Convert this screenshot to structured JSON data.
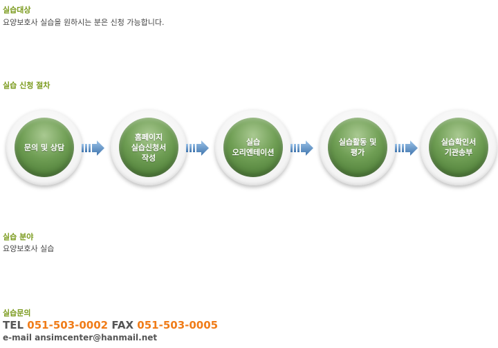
{
  "target": {
    "heading": "실습대상",
    "text": "요양보호사 실습을 원하시는 분은 신청 가능합니다."
  },
  "procedure": {
    "heading": "실습 신청 절차",
    "steps": [
      {
        "label": "문의 및 상담"
      },
      {
        "label": "홈페이지\n실습신청서\n작성"
      },
      {
        "label": "실습\n오리엔테이션"
      },
      {
        "label": "실습활동 및\n평가"
      },
      {
        "label": "실습확인서\n기관송부"
      }
    ],
    "arrow_icon": "double-chevron-right-icon"
  },
  "field": {
    "heading": "실습 분야",
    "text": "요양보호사 실습"
  },
  "inquiry": {
    "heading": "실습문의",
    "tel_label": "TEL",
    "tel": "051-503-0002",
    "fax_label": "FAX",
    "fax": "051-503-0005",
    "email_label": "e-mail",
    "email": "ansimcenter@hanmail.net"
  },
  "colors": {
    "heading": "#7a9a1c",
    "phone_numbers": "#f07c18",
    "step_circle": "#5e8c46",
    "arrow": "#4a7fb5"
  }
}
